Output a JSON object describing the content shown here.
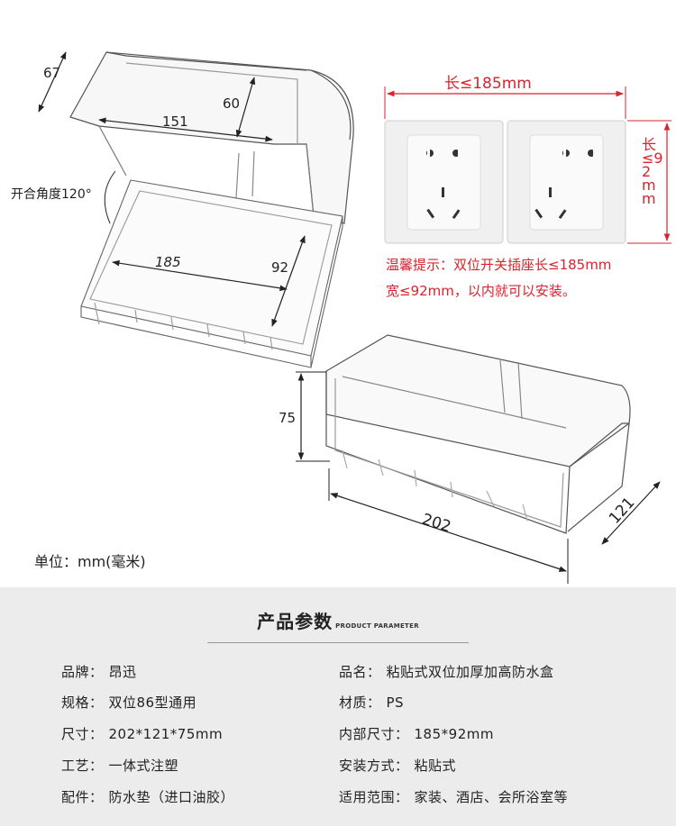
{
  "diagram1": {
    "depth": "67",
    "height_inner": "60",
    "width_top": "151",
    "open_angle": "开合角度120°",
    "length_inner": "185",
    "width_inner": "92"
  },
  "sockets": {
    "length_label": "长≤185mm",
    "width_label": "长≤92mm"
  },
  "tip": {
    "line1": "温馨提示：双位开关插座长≤185mm",
    "line2": "宽≤92mm，以内就可以安装。"
  },
  "diagram2": {
    "height": "75",
    "length": "202",
    "width": "121"
  },
  "unit": "单位：mm(毫米)",
  "params": {
    "title": "产品参数",
    "title_en": "PRODUCT PARAMETER",
    "rows_left": [
      {
        "label": "品牌：",
        "value": "昂迅"
      },
      {
        "label": "规格：",
        "value": "双位86型通用"
      },
      {
        "label": "尺寸：",
        "value": "202*121*75mm"
      },
      {
        "label": "工艺：",
        "value": "一体式注塑"
      },
      {
        "label": "配件：",
        "value": "防水垫（进口油胶）"
      }
    ],
    "rows_right": [
      {
        "label": "品名：",
        "value": "粘贴式双位加厚加高防水盒"
      },
      {
        "label": "材质：",
        "value": "PS"
      },
      {
        "label": "内部尺寸：",
        "value": "185*92mm"
      },
      {
        "label": "安装方式：",
        "value": "粘贴式"
      },
      {
        "label": "适用范围：",
        "value": "家装、酒店、会所浴室等"
      }
    ]
  }
}
